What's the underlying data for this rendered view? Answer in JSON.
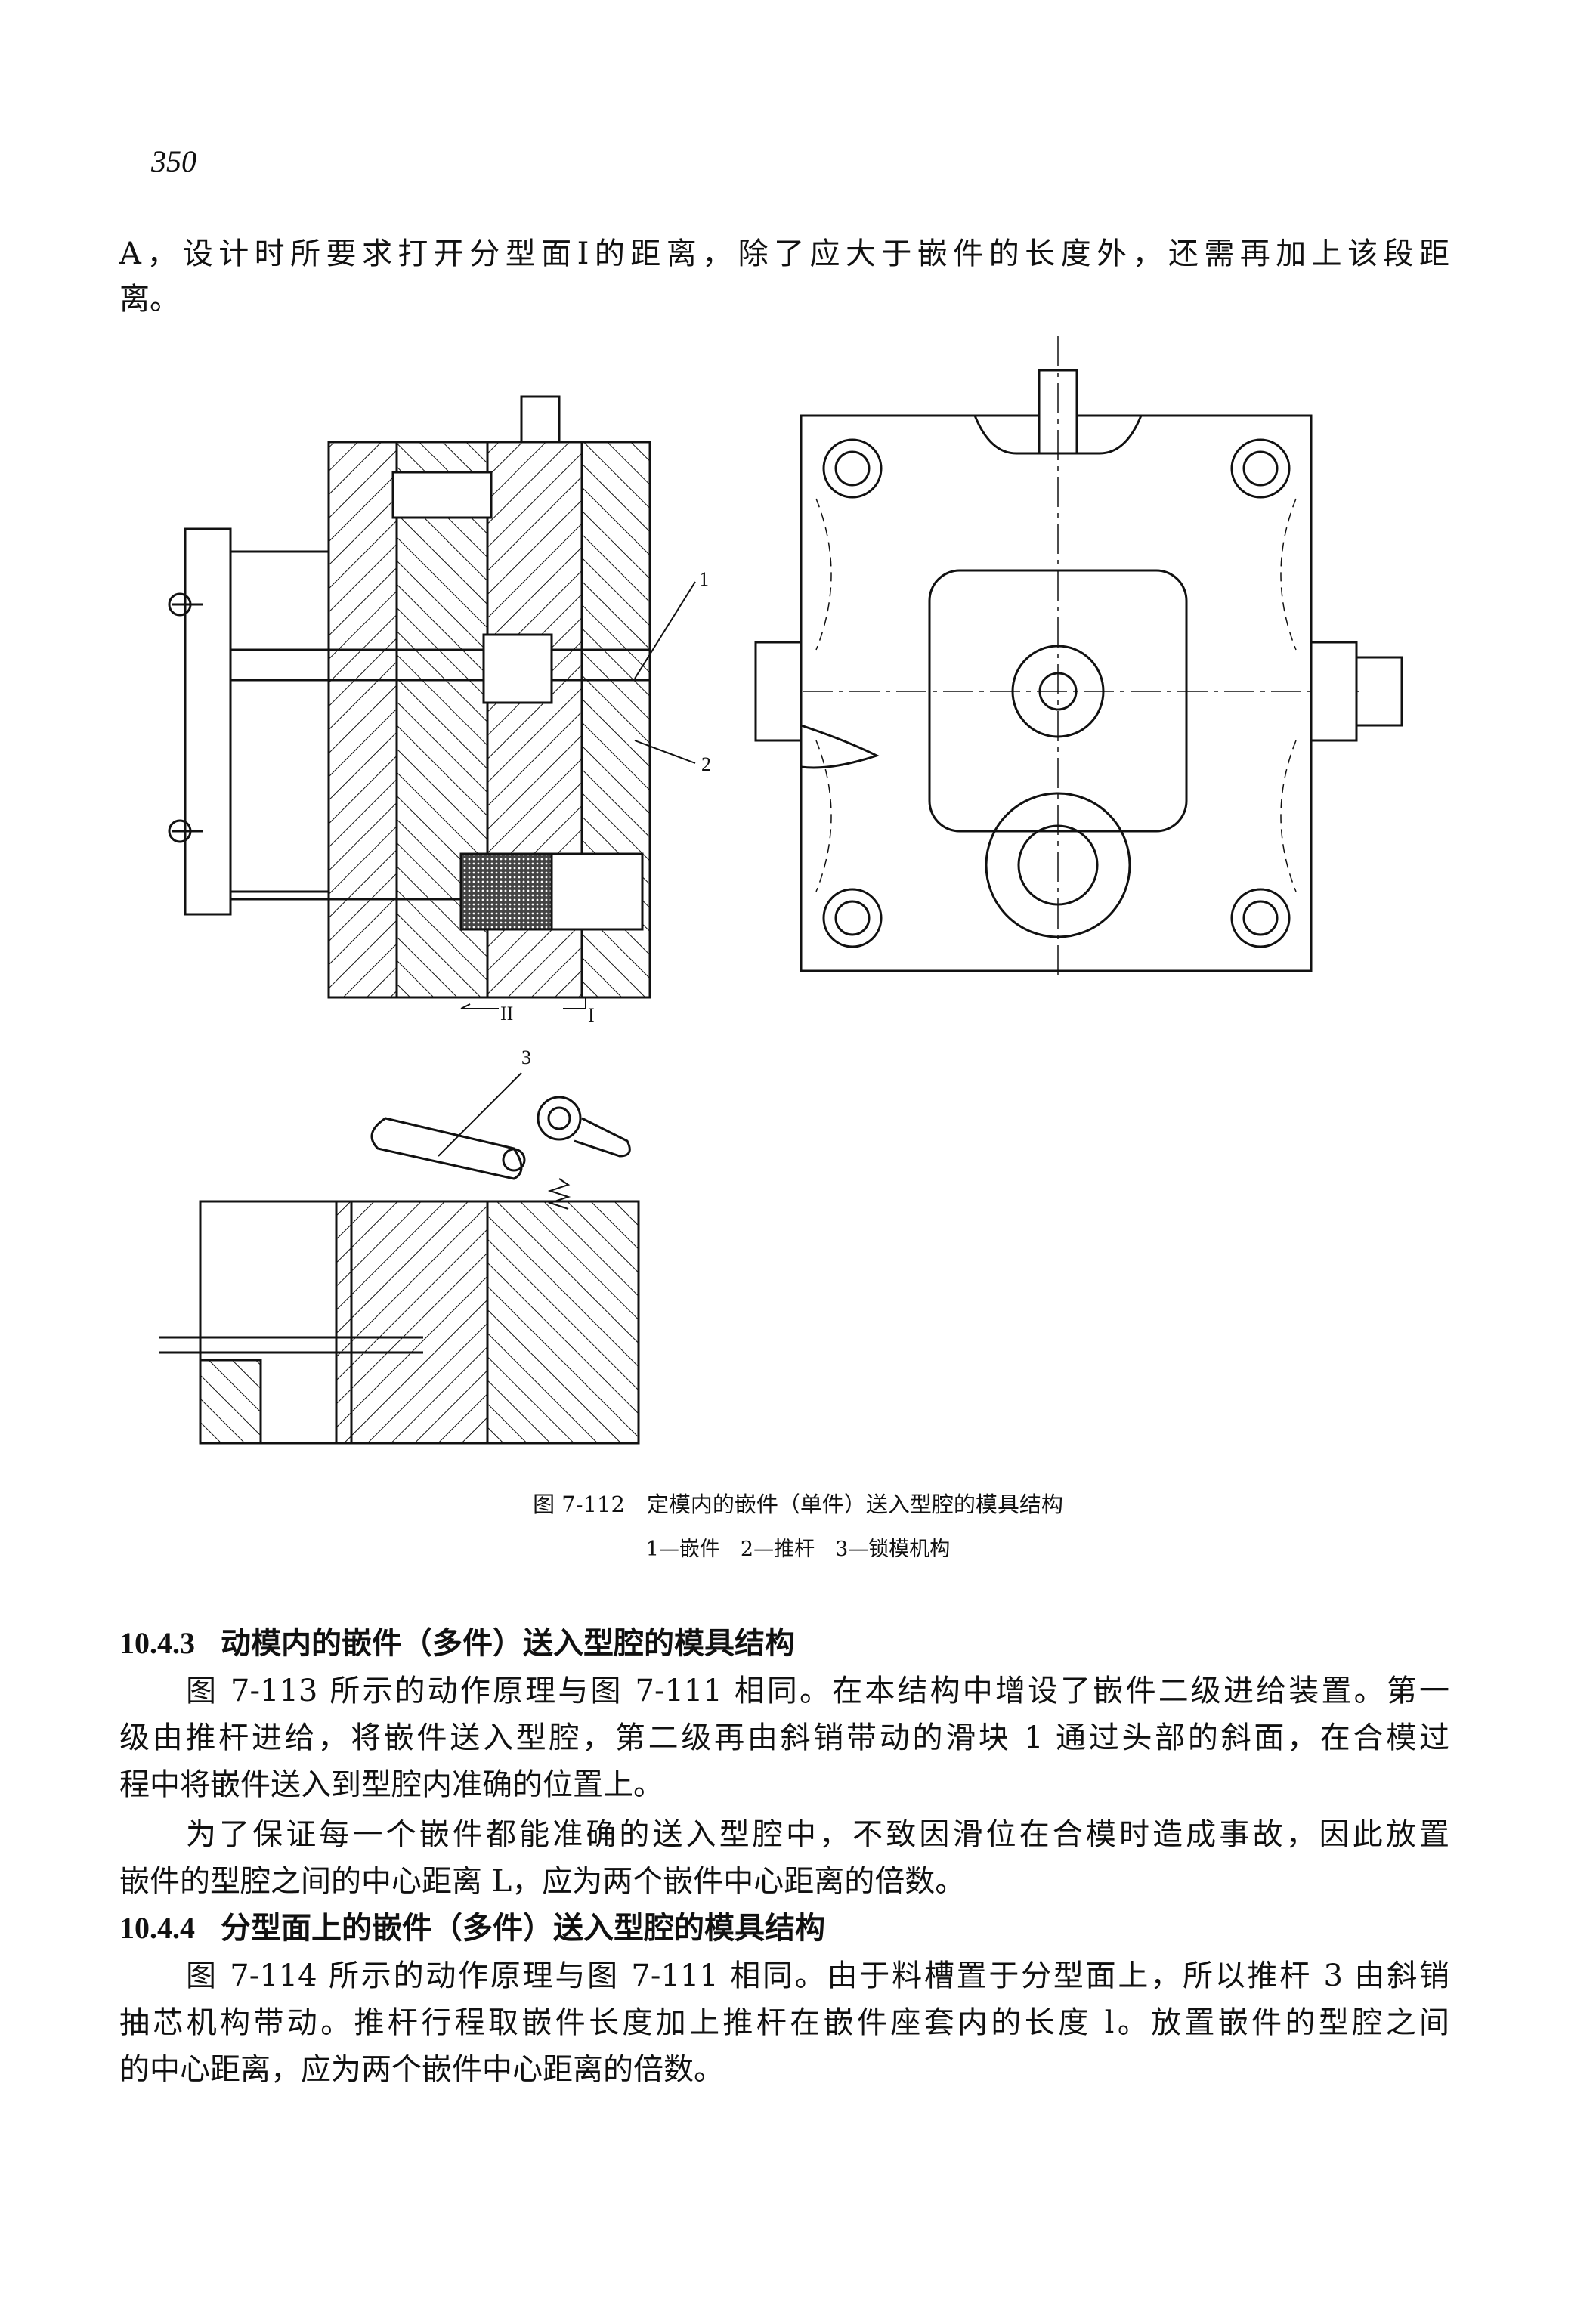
{
  "page_number": "350",
  "intro_lines": [
    "A，设计时所要求打开分型面Ⅰ的距离，除了应大于嵌件的长度外，还需再加上该段距",
    "离。"
  ],
  "figure": {
    "labels": {
      "part1": "1",
      "part2": "2",
      "part3": "3",
      "parting_II": "II",
      "parting_I": "I"
    },
    "caption": "图 7-112　定模内的嵌件（单件）送入型腔的模具结构",
    "legend": "1—嵌件　2—推杆　3—锁模机构"
  },
  "sections": [
    {
      "number": "10.4.3",
      "title": "动模内的嵌件（多件）送入型腔的模具结构",
      "lines": [
        "图 7-113 所示的动作原理与图 7-111 相同。在本结构中增设了嵌件二级进给装置。第一",
        "级由推杆进给，将嵌件送入型腔，第二级再由斜销带动的滑块 1 通过头部的斜面，在合模过",
        "程中将嵌件送入到型腔内准确的位置上。",
        "为了保证每一个嵌件都能准确的送入型腔中，不致因滑位在合模时造成事故，因此放置",
        "嵌件的型腔之间的中心距离 L，应为两个嵌件中心距离的倍数。"
      ]
    },
    {
      "number": "10.4.4",
      "title": "分型面上的嵌件（多件）送入型腔的模具结构",
      "lines": [
        "图 7-114 所示的动作原理与图 7-111 相同。由于料槽置于分型面上，所以推杆 3 由斜销",
        "抽芯机构带动。推杆行程取嵌件长度加上推杆在嵌件座套内的长度 l。放置嵌件的型腔之间",
        "的中心距离，应为两个嵌件中心距离的倍数。"
      ]
    }
  ]
}
